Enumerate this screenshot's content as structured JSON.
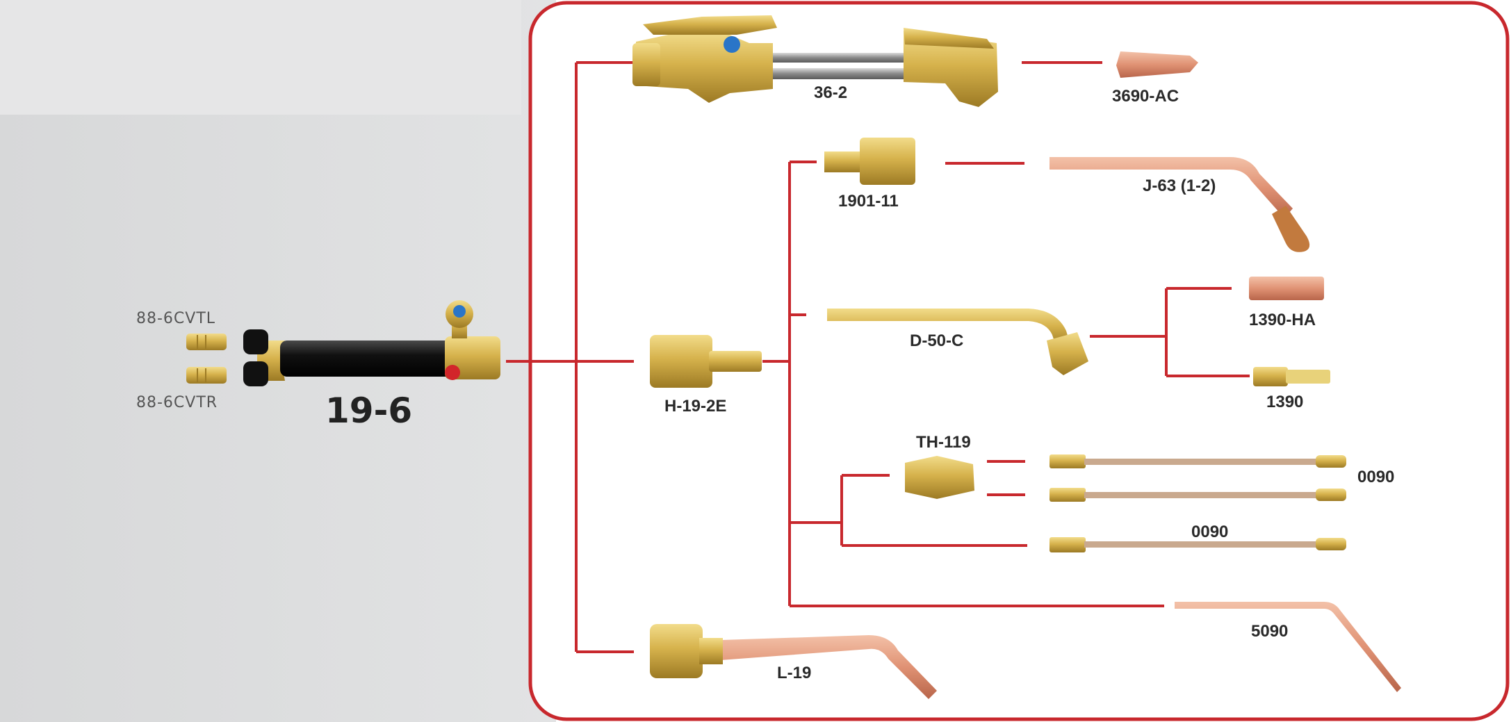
{
  "torch": {
    "label": "19-6"
  },
  "check_valves": {
    "left_label": "88-6CVTL",
    "right_label": "88-6CVTR"
  },
  "parts": {
    "cutting_attachment": "36-2",
    "cutting_tip": "3690-AC",
    "mixer_adapter": "1901-11",
    "j_tip": "J-63 (1-2)",
    "mixer": "H-19-2E",
    "heating_head": "D-50-C",
    "heating_tip_ha": "1390-HA",
    "heating_tip": "1390",
    "tip_holder": "TH-119",
    "tube_label_right": "0090",
    "tube_label_lower": "0090",
    "bent_tube": "5090",
    "welding_tip": "L-19"
  },
  "colors": {
    "connector_red": "#c8282d",
    "brass": "#d4b04a",
    "copper": "#d98f6e",
    "panel_bg_left": "#d9dadb"
  }
}
